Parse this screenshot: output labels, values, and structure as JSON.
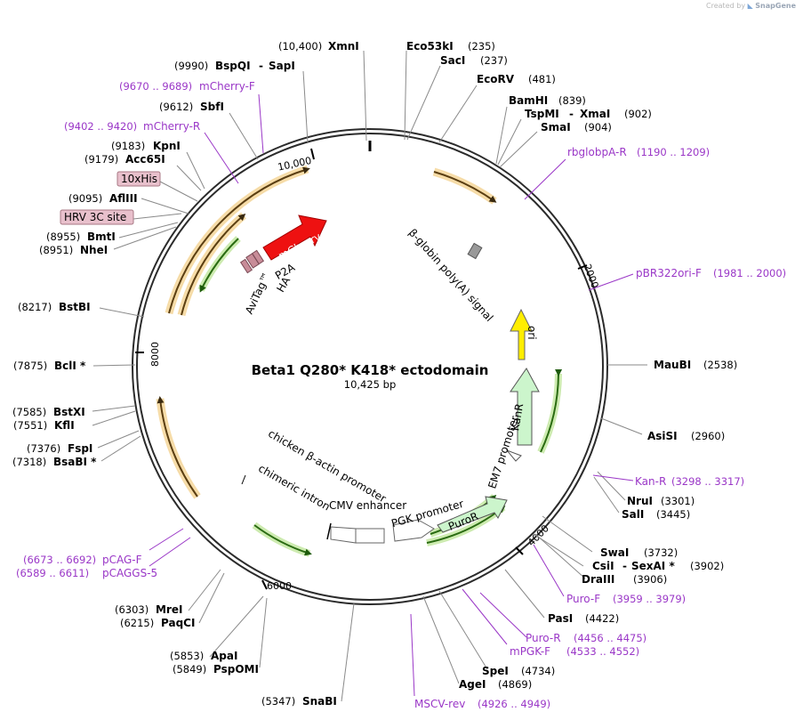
{
  "credit": {
    "prefix": "Created by",
    "brand": "SnapGene"
  },
  "title": "Beta1 Q280* K418* ectodomain",
  "length_label": "10,425 bp",
  "tick_labels": [
    "10,000",
    "2000",
    "4000",
    "6000",
    "8000"
  ],
  "sites": [
    {
      "name": "XmnI",
      "pos": "(10,400)"
    },
    {
      "name": "Eco53kI",
      "pos": "(235)"
    },
    {
      "name": "SacI",
      "pos": "(237)"
    },
    {
      "name": "EcoRV",
      "pos": "(481)"
    },
    {
      "name": "BamHI",
      "pos": "(839)"
    },
    {
      "name": "TspMI",
      "pos": "(902)",
      "extra": "XmaI"
    },
    {
      "name": "SmaI",
      "pos": "(904)"
    },
    {
      "name": "BspQI",
      "pos": "(9990)",
      "extra": "SapI"
    },
    {
      "name": "SbfI",
      "pos": "(9612)"
    },
    {
      "name": "KpnI",
      "pos": "(9183)"
    },
    {
      "name": "Acc65I",
      "pos": "(9179)"
    },
    {
      "name": "AflIII",
      "pos": "(9095)"
    },
    {
      "name": "BmtI",
      "pos": "(8955)"
    },
    {
      "name": "NheI",
      "pos": "(8951)"
    },
    {
      "name": "BstBI",
      "pos": "(8217)"
    },
    {
      "name": "BclI *",
      "pos": "(7875)"
    },
    {
      "name": "BstXI",
      "pos": "(7585)"
    },
    {
      "name": "KflI",
      "pos": "(7551)"
    },
    {
      "name": "FspI",
      "pos": "(7376)"
    },
    {
      "name": "BsaBI *",
      "pos": "(7318)"
    },
    {
      "name": "MauBI",
      "pos": "(2538)"
    },
    {
      "name": "AsiSI",
      "pos": "(2960)"
    },
    {
      "name": "NruI",
      "pos": "(3301)"
    },
    {
      "name": "SalI",
      "pos": "(3445)"
    },
    {
      "name": "SwaI",
      "pos": "(3732)"
    },
    {
      "name": "CsiI",
      "pos": "(3902)",
      "extra": "SexAI *"
    },
    {
      "name": "DraIII",
      "pos": "(3906)"
    },
    {
      "name": "PasI",
      "pos": "(4422)"
    },
    {
      "name": "SpeI",
      "pos": "(4734)"
    },
    {
      "name": "AgeI",
      "pos": "(4869)"
    },
    {
      "name": "MreI",
      "pos": "(6303)"
    },
    {
      "name": "PaqCI",
      "pos": "(6215)"
    },
    {
      "name": "ApaI",
      "pos": "(5853)"
    },
    {
      "name": "PspOMI",
      "pos": "(5849)"
    },
    {
      "name": "SnaBI",
      "pos": "(5347)"
    }
  ],
  "primers": [
    {
      "name": "mCherry-F",
      "range": "(9670 .. 9689)"
    },
    {
      "name": "mCherry-R",
      "range": "(9402 .. 9420)"
    },
    {
      "name": "rbglobpA-R",
      "range": "(1190 .. 1209)"
    },
    {
      "name": "pBR322ori-F",
      "range": "(1981 .. 2000)"
    },
    {
      "name": "Kan-R",
      "range": "(3298 .. 3317)"
    },
    {
      "name": "Puro-F",
      "range": "(3959 .. 3979)"
    },
    {
      "name": "Puro-R",
      "range": "(4456 .. 4475)"
    },
    {
      "name": "mPGK-F",
      "range": "(4533 .. 4552)"
    },
    {
      "name": "MSCV-rev",
      "range": "(4926 .. 4949)"
    },
    {
      "name": "pCAG-F",
      "range": "(6673 .. 6692)"
    },
    {
      "name": "pCAGGS-5",
      "range": "(6589 .. 6611)"
    }
  ],
  "tags": [
    "10xHis",
    "HRV 3C site"
  ],
  "features": {
    "mcherry": "mCherry",
    "p2a": "P2A",
    "ha": "HA",
    "avitag": "AviTag™",
    "bglobin": "β-globin poly(A) signal",
    "ori": "ori",
    "kanr": "KanR",
    "em7": "EM7 promoter",
    "puror": "PuroR",
    "pgk": "PGK promoter",
    "cmv": "CMV enhancer",
    "actin1": "chicken β-actin promoter",
    "actin2": "chimeric intron"
  },
  "colors": {
    "backbone": "#2b2b2b",
    "primer": "#9a37c7",
    "mcherry": "#ee1111",
    "ori": "#ffee00",
    "resistance": "#ccf5cc",
    "orange_arrow": "#f0c27a",
    "green_arrow": "#b8e08a",
    "tag": "#e8c0cc"
  }
}
